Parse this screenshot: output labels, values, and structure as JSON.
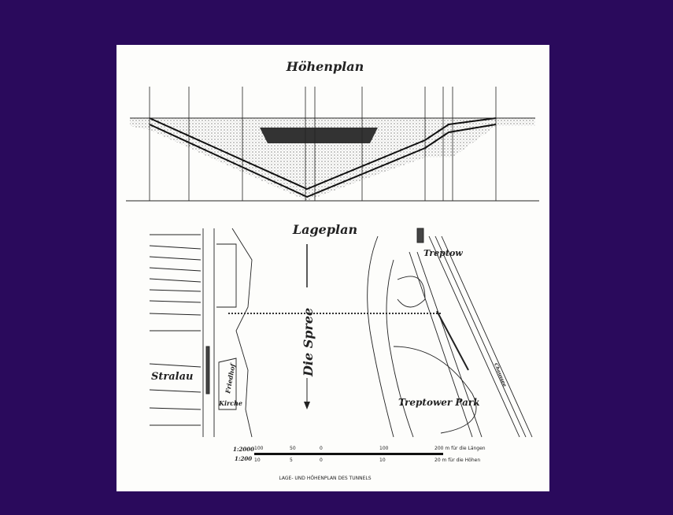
{
  "colors": {
    "background": "#2a0a5c",
    "paper": "#fdfdfb",
    "ink": "#222222"
  },
  "profile": {
    "title": "Höhenplan"
  },
  "plan": {
    "title": "Lageplan",
    "river": "Die Spree",
    "places": {
      "stralau": "Stralau",
      "treptow": "Treptow",
      "park": "Treptower Park",
      "friedhof": "Friedhof",
      "kirche": "Kirche",
      "chaussee": "Chaussee"
    }
  },
  "scale": {
    "ratio_length": "1:2000",
    "ratio_height": "1:200",
    "length_ticks": [
      "100",
      "50",
      "0",
      "100",
      "200 m für die Längen"
    ],
    "height_ticks": [
      "10",
      "5",
      "0",
      "10",
      "20 m für die Höhen"
    ]
  },
  "caption": "LAGE- UND HÖHENPLAN DES TUNNELS"
}
